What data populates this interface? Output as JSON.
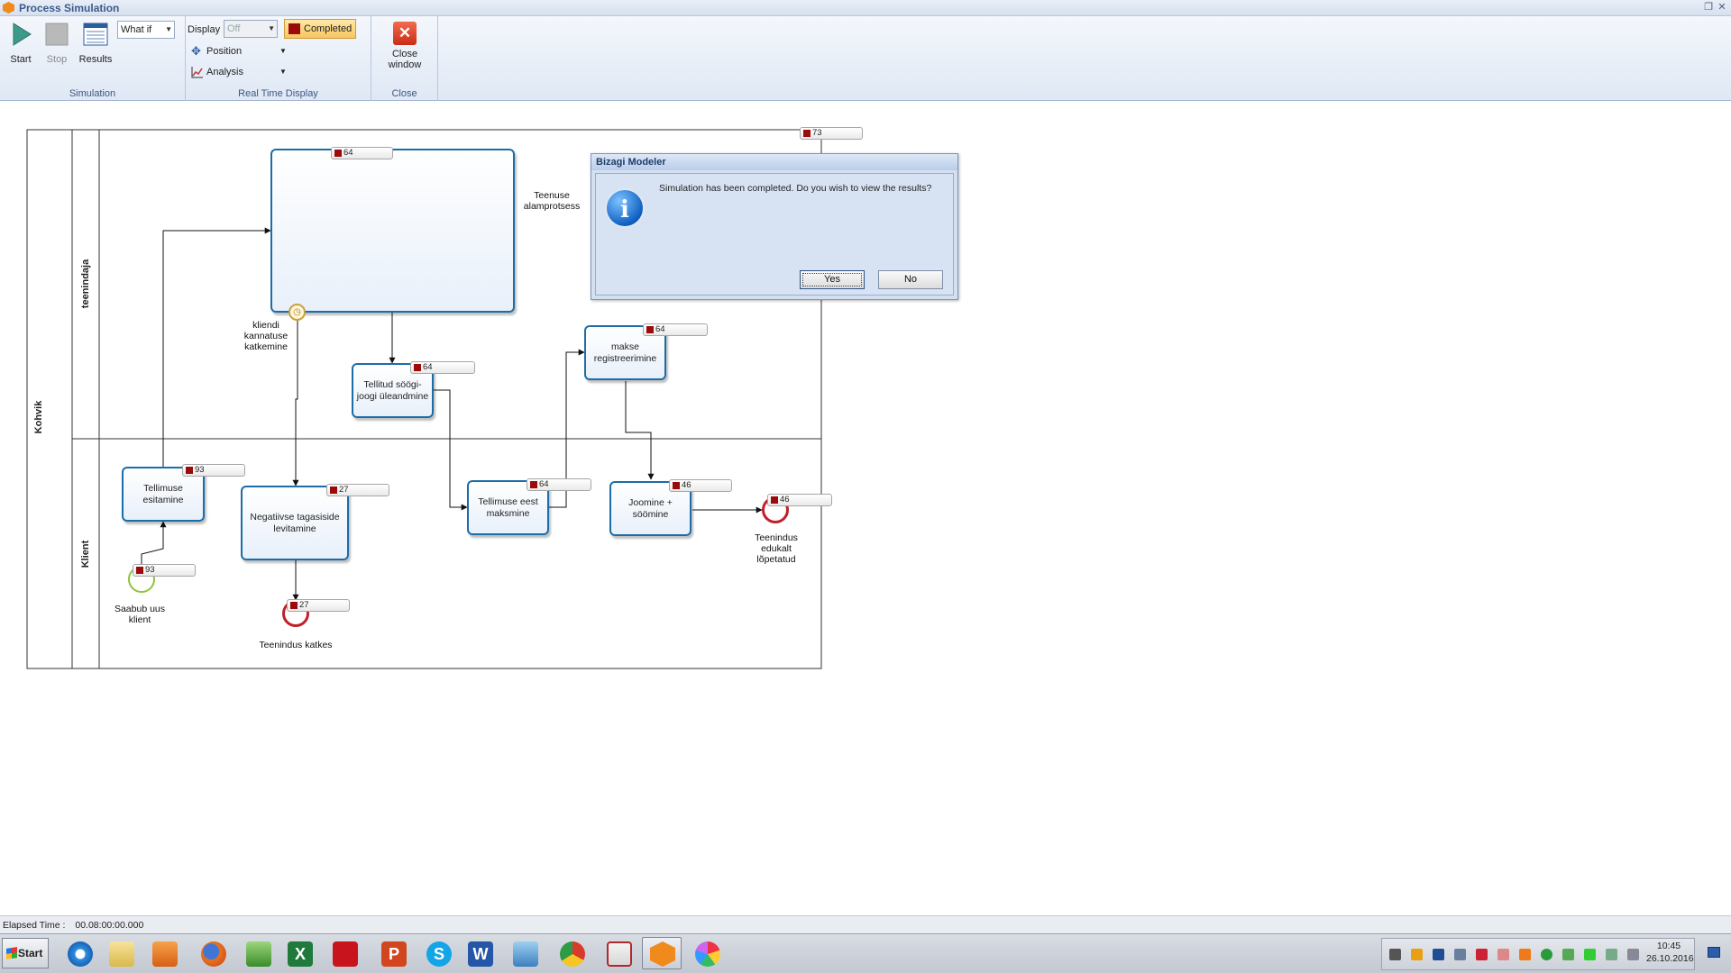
{
  "window": {
    "title": "Process Simulation"
  },
  "ribbon": {
    "simulation": {
      "label": "Simulation",
      "start": "Start",
      "stop": "Stop",
      "results": "Results",
      "mode": "What if"
    },
    "realtime": {
      "label": "Real Time Display",
      "display_label": "Display",
      "display_value": "Off",
      "completed": "Completed",
      "position": "Position",
      "analysis": "Analysis"
    },
    "close": {
      "label": "Close",
      "button_line1": "Close",
      "button_line2": "window"
    }
  },
  "pool": {
    "name": "Kohvik",
    "lanes": [
      "teenindaja",
      "Klient"
    ]
  },
  "tasks": {
    "subprocess": {
      "counter": "64"
    },
    "subprocess_label": [
      "Teenuse",
      "alamprotsess"
    ],
    "timeout_label": [
      "kliendi",
      "kannatuse",
      "katkemine"
    ],
    "handover": {
      "label": "Tellitud söögi-joogi üleandmine",
      "counter": "64"
    },
    "payment_reg": {
      "label": "makse registreerimine",
      "counter": "64"
    },
    "order": {
      "label": "Tellimuse esitamine",
      "counter": "93"
    },
    "negative": {
      "label": "Negatiivse tagasiside levitamine",
      "counter": "27"
    },
    "pay": {
      "label": "Tellimuse eest maksmine",
      "counter": "64"
    },
    "eating": {
      "label": "Joomine + söömine",
      "counter": "46"
    },
    "top_counter": "73"
  },
  "events": {
    "start": {
      "label": [
        "Saabub uus",
        "klient"
      ],
      "counter": "93"
    },
    "end_fail": {
      "label": "Teenindus katkes",
      "counter": "27"
    },
    "end_ok": {
      "label": [
        "Teenindus",
        "edukalt",
        "lõpetatud"
      ],
      "counter": "46"
    }
  },
  "dialog": {
    "title": "Bizagi Modeler",
    "message": "Simulation has been completed. Do you wish to view the results?",
    "yes": "Yes",
    "no": "No"
  },
  "status": {
    "elapsed_label": "Elapsed Time :",
    "elapsed_value": "00.08:00:00.000"
  },
  "taskbar": {
    "start": "Start",
    "time": "10:45",
    "date": "26.10.2016",
    "apps": [
      "internet-explorer",
      "file-explorer",
      "media-player",
      "firefox",
      "project",
      "excel",
      "acrobat",
      "powerpoint",
      "skype",
      "word",
      "picture-viewer",
      "chrome",
      "bizagi-modeler",
      "bizagi-simulation",
      "paint"
    ]
  },
  "colors": {
    "accent": "#1b6da8",
    "counter": "#9b0b0b",
    "start_event": "#8fc43a",
    "end_event": "#c0202a"
  }
}
